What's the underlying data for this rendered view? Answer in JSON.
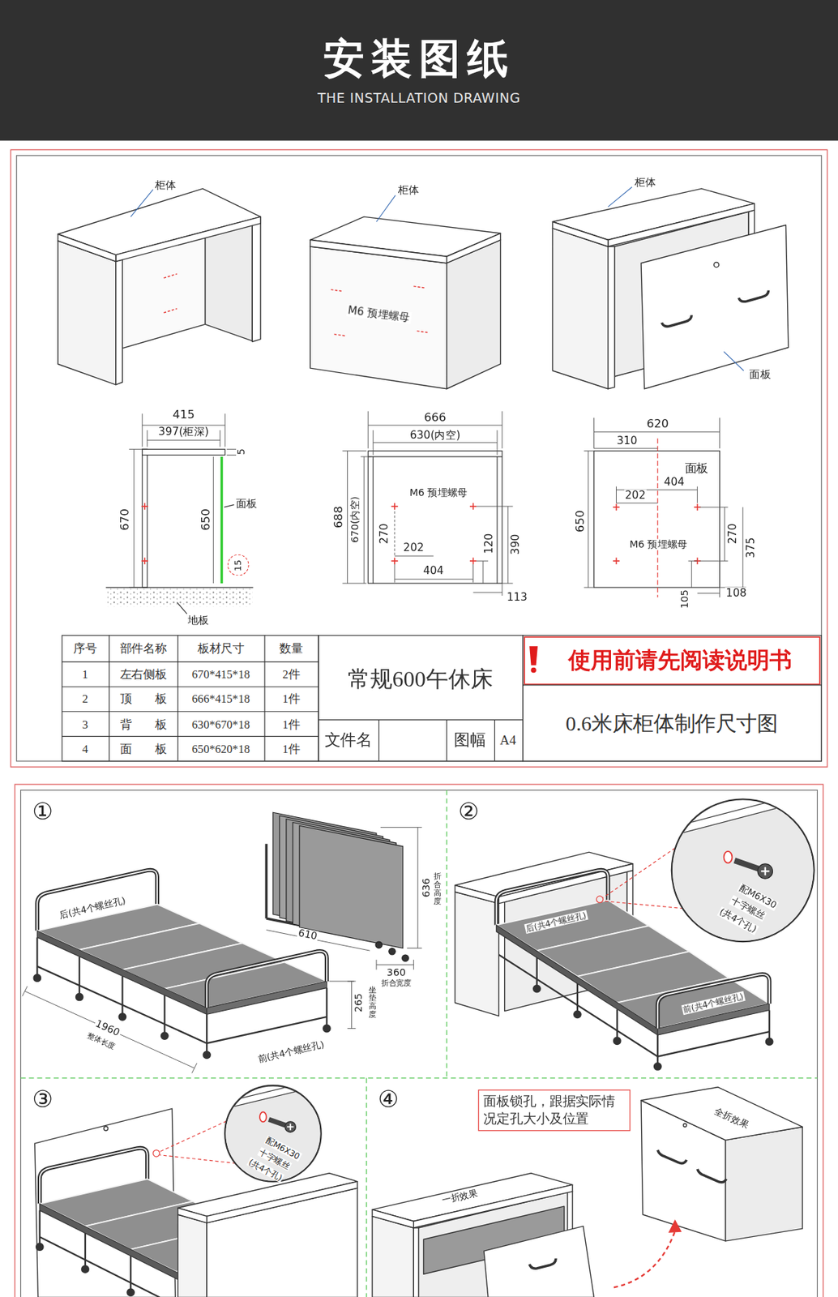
{
  "diagram": {
    "nodes": [
      {
        "text": [
          "安装图纸",
          "THE INSTALLATION DRAWING"
        ]
      },
      {
        "text": [
          "15"
        ]
      },
      {
        "text": [
          "①"
        ]
      },
      {
        "text": [
          "②"
        ]
      },
      {
        "text": [
          "③"
        ]
      },
      {
        "text": [
          "④"
        ]
      },
      {
        "text": [
          "面板锁孔，跟据实际情况定孔大小及位置"
        ],
        "in": 5
      }
    ],
    "labels": [
      "柜体",
      "柜体",
      "M6 预埋螺母",
      "柜体",
      "面板",
      "415",
      "397(柜深)",
      "5",
      "670",
      "650",
      "面板",
      "地板",
      "666",
      "630(内空)",
      "688",
      "670(内空)",
      "M6 预埋螺母",
      "270",
      "202",
      "120",
      "404",
      "390",
      "113",
      "620",
      "310",
      "面板",
      "404",
      "202",
      "650",
      "M6 预埋螺母",
      "270",
      "375",
      "105",
      "108",
      "序号",
      "部件名称",
      "板材尺寸",
      "数量",
      "1",
      "左右侧板",
      "670*415*18",
      "2件",
      "2",
      "顶　　板",
      "666*415*18",
      "1件",
      "3",
      "背　　板",
      "630*670*18",
      "1件",
      "4",
      "面　　板",
      "650*620*18",
      "1件",
      "常规600午休床",
      "文件名",
      "图幅",
      "A4",
      "使用前请先阅读说明书",
      "0.6米床柜体制作尺寸图",
      "636",
      "折合高度",
      "610",
      "360",
      "折合宽度",
      "后(共4个螺丝孔)",
      "1960",
      "整体长度",
      "265",
      "坐垫高度",
      "前(共4个螺丝孔)",
      "后(共4个螺丝孔)",
      "前(共4个螺丝孔)",
      "配M6X30",
      "十字螺丝",
      "(共4个孔)",
      "配M6X30",
      "十字螺丝",
      "(共4个孔)",
      "一折效果",
      "全折效果"
    ]
  }
}
